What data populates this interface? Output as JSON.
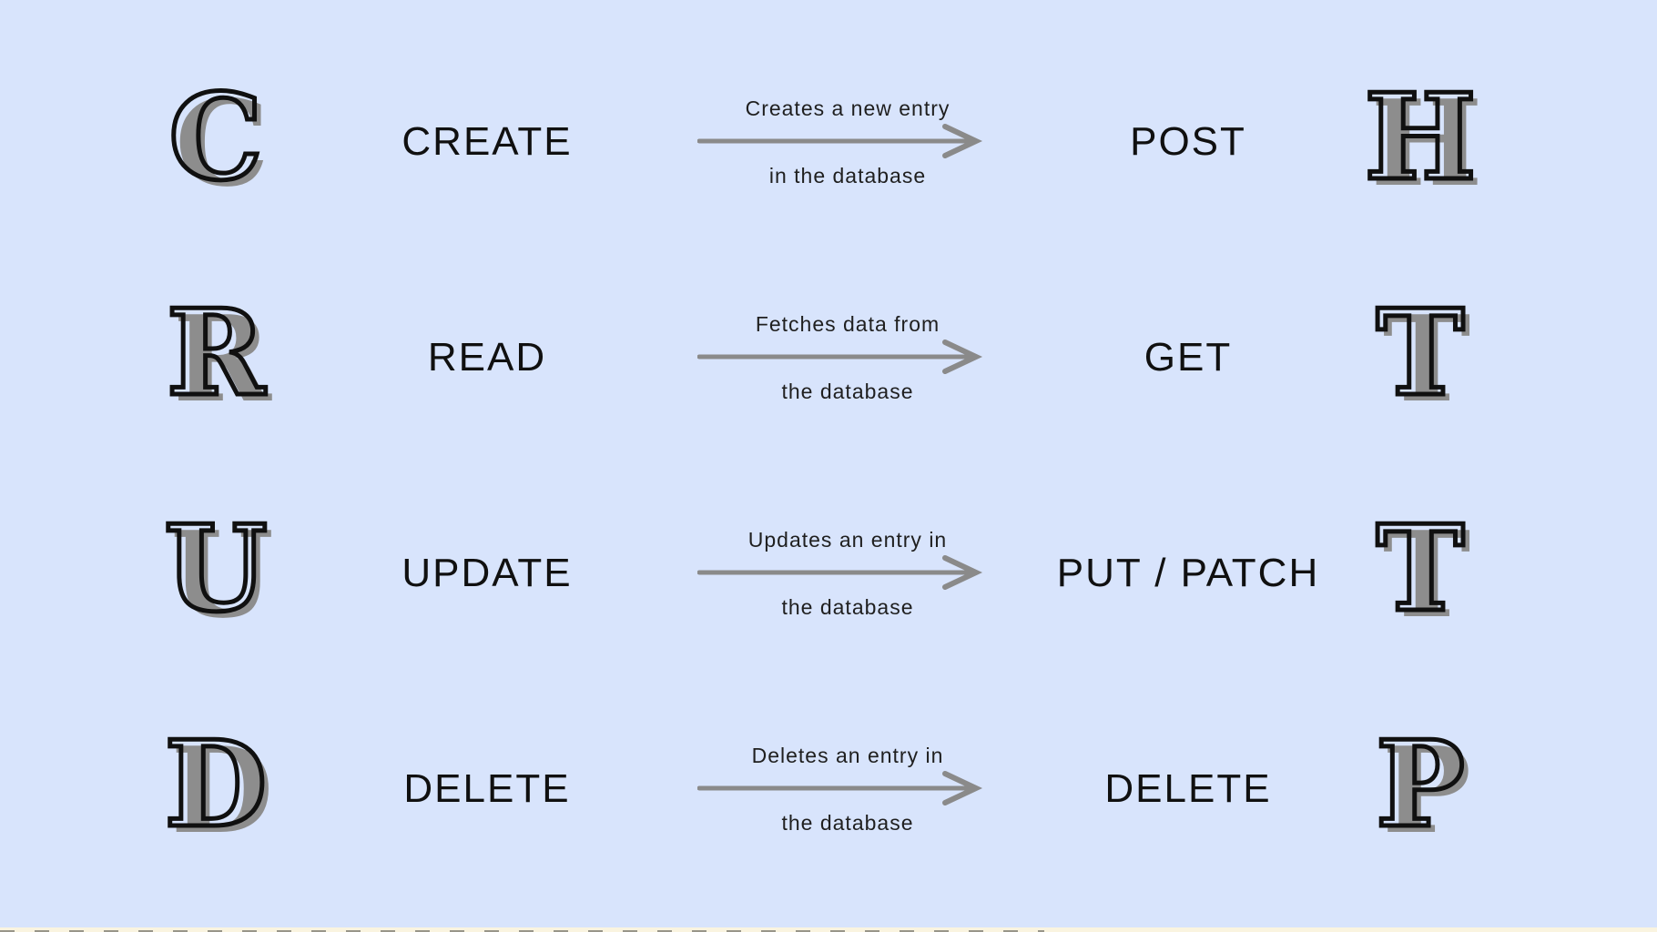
{
  "meta": {
    "background_color": "#d8e4fc",
    "letter_fill_color": "#8d8d8d",
    "letter_outline_color": "#101010",
    "word_color": "#101010",
    "arrow_color": "#8a8a8a",
    "bottom_strip_color": "#faf4e0",
    "left_acronym": "CRUD",
    "right_acronym": "HTTP"
  },
  "rows": [
    {
      "crud_letter": "C",
      "crud_word": "CREATE",
      "description_line1": "Creates a new entry",
      "description_line2": "in the database",
      "http_word": "POST",
      "http_letter": "H"
    },
    {
      "crud_letter": "R",
      "crud_word": "READ",
      "description_line1": "Fetches data from",
      "description_line2": "the database",
      "http_word": "GET",
      "http_letter": "T"
    },
    {
      "crud_letter": "U",
      "crud_word": "UPDATE",
      "description_line1": "Updates an entry in",
      "description_line2": "the database",
      "http_word": "PUT / PATCH",
      "http_letter": "T"
    },
    {
      "crud_letter": "D",
      "crud_word": "DELETE",
      "description_line1": "Deletes an entry in",
      "description_line2": "the database",
      "http_word": "DELETE",
      "http_letter": "P"
    }
  ]
}
